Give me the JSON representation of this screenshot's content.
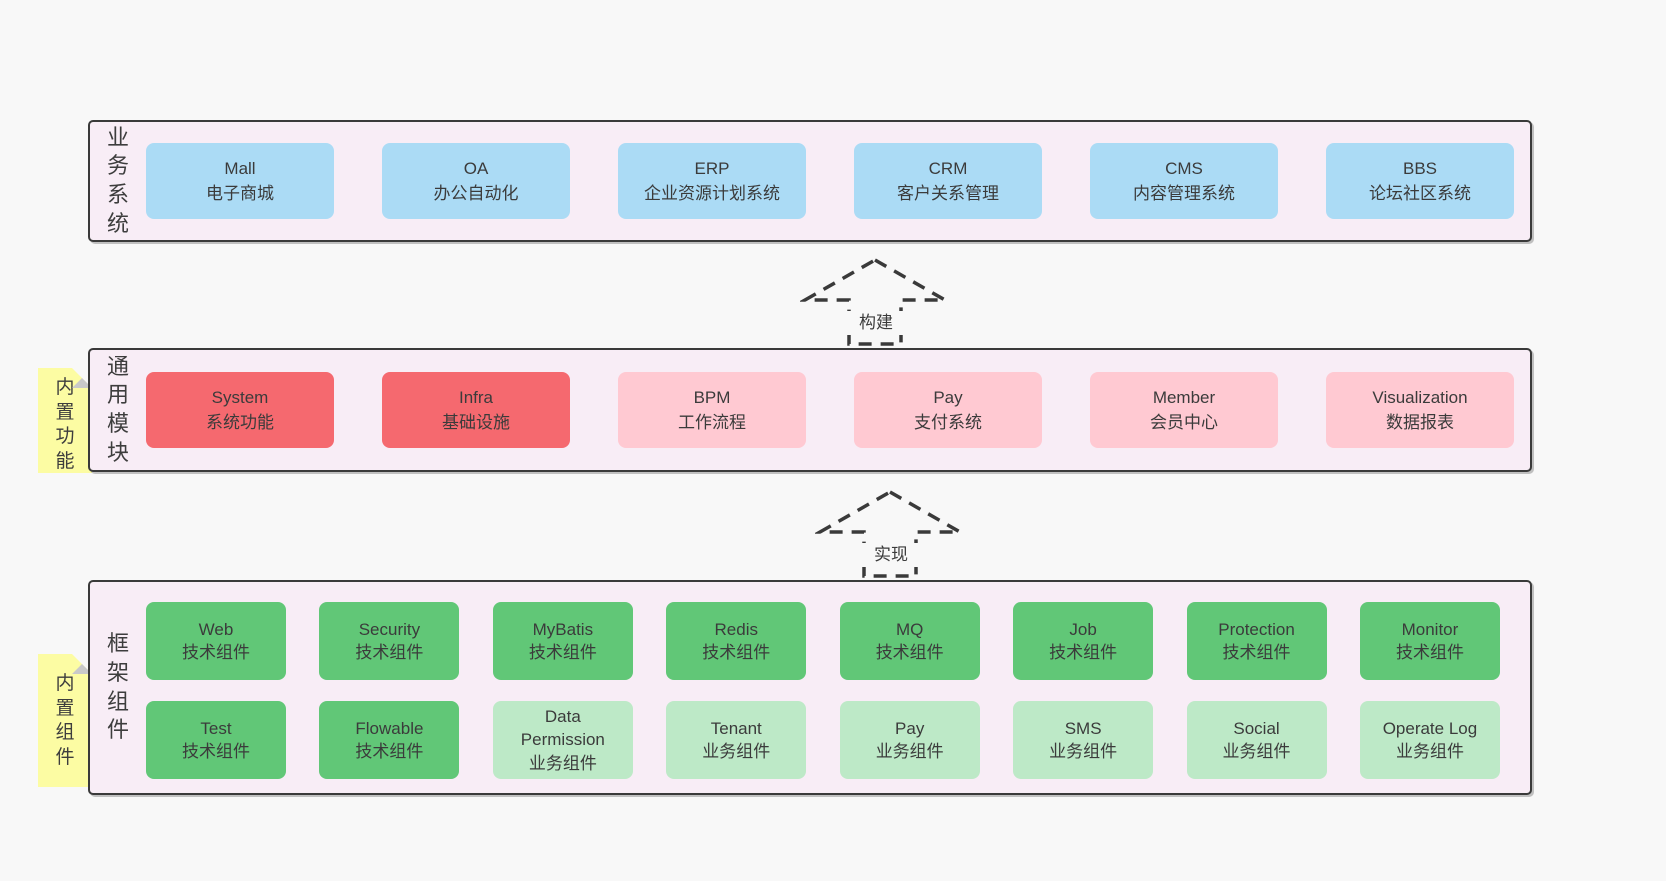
{
  "colors": {
    "page_bg": "#f8f8f8",
    "layer_bg": "#f8edf6",
    "border": "#3a3a3a",
    "text": "#3d3d3d",
    "blue": "#abdbf5",
    "red": "#f5696f",
    "pink": "#ffc9d2",
    "green_dark": "#61c777",
    "green_light": "#bde9c7",
    "note_yellow": "#fcfca3",
    "fold_gray": "#c9c9c9"
  },
  "layers": [
    {
      "id": "business-systems",
      "label": "业务系统",
      "boxes": [
        {
          "title": "Mall",
          "subtitle": "电子商城",
          "variant": "blue"
        },
        {
          "title": "OA",
          "subtitle": "办公自动化",
          "variant": "blue"
        },
        {
          "title": "ERP",
          "subtitle": "企业资源计划系统",
          "variant": "blue"
        },
        {
          "title": "CRM",
          "subtitle": "客户关系管理",
          "variant": "blue"
        },
        {
          "title": "CMS",
          "subtitle": "内容管理系统",
          "variant": "blue"
        },
        {
          "title": "BBS",
          "subtitle": "论坛社区系统",
          "variant": "blue"
        }
      ]
    },
    {
      "id": "common-modules",
      "label": "通用模块",
      "note": "内置功能",
      "boxes": [
        {
          "title": "System",
          "subtitle": "系统功能",
          "variant": "red"
        },
        {
          "title": "Infra",
          "subtitle": "基础设施",
          "variant": "red"
        },
        {
          "title": "BPM",
          "subtitle": "工作流程",
          "variant": "pink"
        },
        {
          "title": "Pay",
          "subtitle": "支付系统",
          "variant": "pink"
        },
        {
          "title": "Member",
          "subtitle": "会员中心",
          "variant": "pink"
        },
        {
          "title": "Visualization",
          "subtitle": "数据报表",
          "variant": "pink"
        }
      ]
    },
    {
      "id": "framework-components",
      "label": "框架组件",
      "note": "内置组件",
      "row1": [
        {
          "title": "Web",
          "subtitle": "技术组件",
          "variant": "green-dark"
        },
        {
          "title": "Security",
          "subtitle": "技术组件",
          "variant": "green-dark"
        },
        {
          "title": "MyBatis",
          "subtitle": "技术组件",
          "variant": "green-dark"
        },
        {
          "title": "Redis",
          "subtitle": "技术组件",
          "variant": "green-dark"
        },
        {
          "title": "MQ",
          "subtitle": "技术组件",
          "variant": "green-dark"
        },
        {
          "title": "Job",
          "subtitle": "技术组件",
          "variant": "green-dark"
        },
        {
          "title": "Protection",
          "subtitle": "技术组件",
          "variant": "green-dark"
        },
        {
          "title": "Monitor",
          "subtitle": "技术组件",
          "variant": "green-dark"
        }
      ],
      "row2": [
        {
          "title": "Test",
          "subtitle": "技术组件",
          "variant": "green-dark"
        },
        {
          "title": "Flowable",
          "subtitle": "技术组件",
          "variant": "green-dark"
        },
        {
          "title": "Data Permission",
          "subtitle": "业务组件",
          "variant": "green-light"
        },
        {
          "title": "Tenant",
          "subtitle": "业务组件",
          "variant": "green-light"
        },
        {
          "title": "Pay",
          "subtitle": "业务组件",
          "variant": "green-light"
        },
        {
          "title": "SMS",
          "subtitle": "业务组件",
          "variant": "green-light"
        },
        {
          "title": "Social",
          "subtitle": "业务组件",
          "variant": "green-light"
        },
        {
          "title": "Operate Log",
          "subtitle": "业务组件",
          "variant": "green-light"
        }
      ]
    }
  ],
  "arrows": [
    {
      "label": "构建"
    },
    {
      "label": "实现"
    }
  ]
}
